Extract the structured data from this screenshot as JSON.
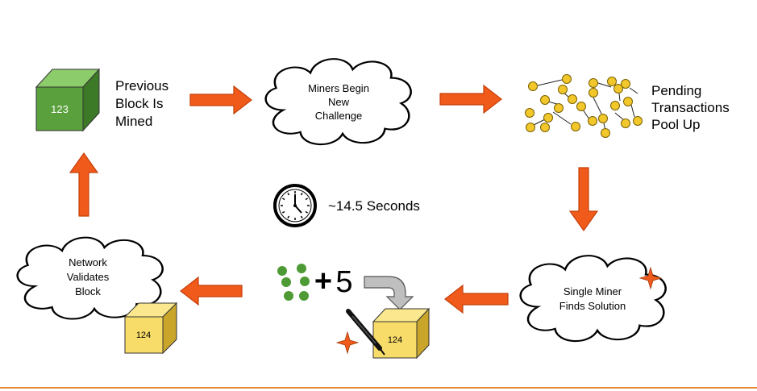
{
  "colors": {
    "arrow": "#f05a1a",
    "green_cube": "#5aa03c",
    "yellow_cube": "#f8dc6a",
    "transaction_dot": "#f2c72b",
    "accent_rule": "#e48b3a"
  },
  "nodes": {
    "previous_block": {
      "cube_number": "123",
      "label_lines": [
        "Previous",
        "Block Is",
        "Mined"
      ]
    },
    "miners_begin": {
      "label_lines": [
        "Miners Begin",
        "New",
        "Challenge"
      ]
    },
    "pending": {
      "label_lines": [
        "Pending",
        "Transactions",
        "Pool Up"
      ]
    },
    "single_miner": {
      "label_lines": [
        "Single Miner",
        "Finds Solution"
      ]
    },
    "assemble": {
      "plus_symbol": "+",
      "count": "5",
      "cube_number": "124"
    },
    "network": {
      "label_lines": [
        "Network",
        "Validates",
        "Block"
      ],
      "cube_number": "124"
    },
    "timer": {
      "label": "~14.5 Seconds"
    }
  },
  "icons": [
    "clock-icon",
    "sparkle-icon",
    "pen-icon",
    "curved-arrow-icon"
  ]
}
